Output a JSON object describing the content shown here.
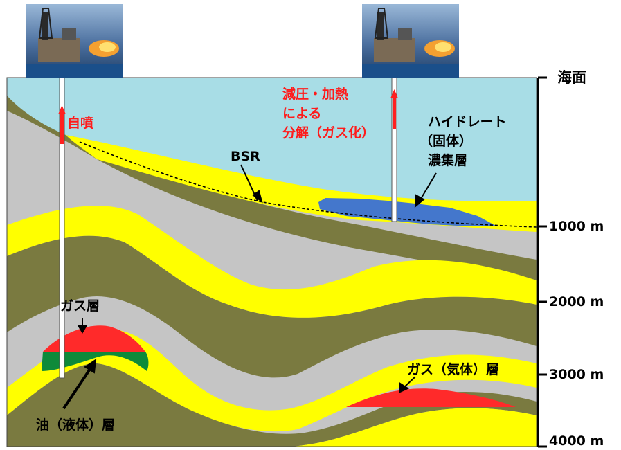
{
  "labels": {
    "sea_surface": "海面",
    "self_flow": "自噴",
    "decomp_line1": "減圧・加熱",
    "decomp_line2": "による",
    "decomp_line3": "分解（ガス化）",
    "hydrate_line1": "ハイドレート",
    "hydrate_line2": "（固体）",
    "hydrate_line3": "濃集層",
    "bsr": "BSR",
    "gas_layer": "ガス層",
    "oil_layer": "油（液体）層",
    "gas_gas_layer": "ガス（気体）層"
  },
  "depth_scale": {
    "ticks": [
      "1000 m",
      "2000 m",
      "3000 m",
      "4000 m"
    ]
  },
  "colors": {
    "sea": "#a8dde6",
    "shale_gray": "#c5c5c5",
    "olive": "#7a7a40",
    "yellow_sand": "#ffff00",
    "hydrate_blue": "#4477cc",
    "gas_red": "#ff2a2a",
    "oil_green": "#0e8a3a",
    "arrow_red": "#ff2020"
  },
  "icons": [
    "drilling-rig-photo-left",
    "drilling-rig-photo-right"
  ]
}
